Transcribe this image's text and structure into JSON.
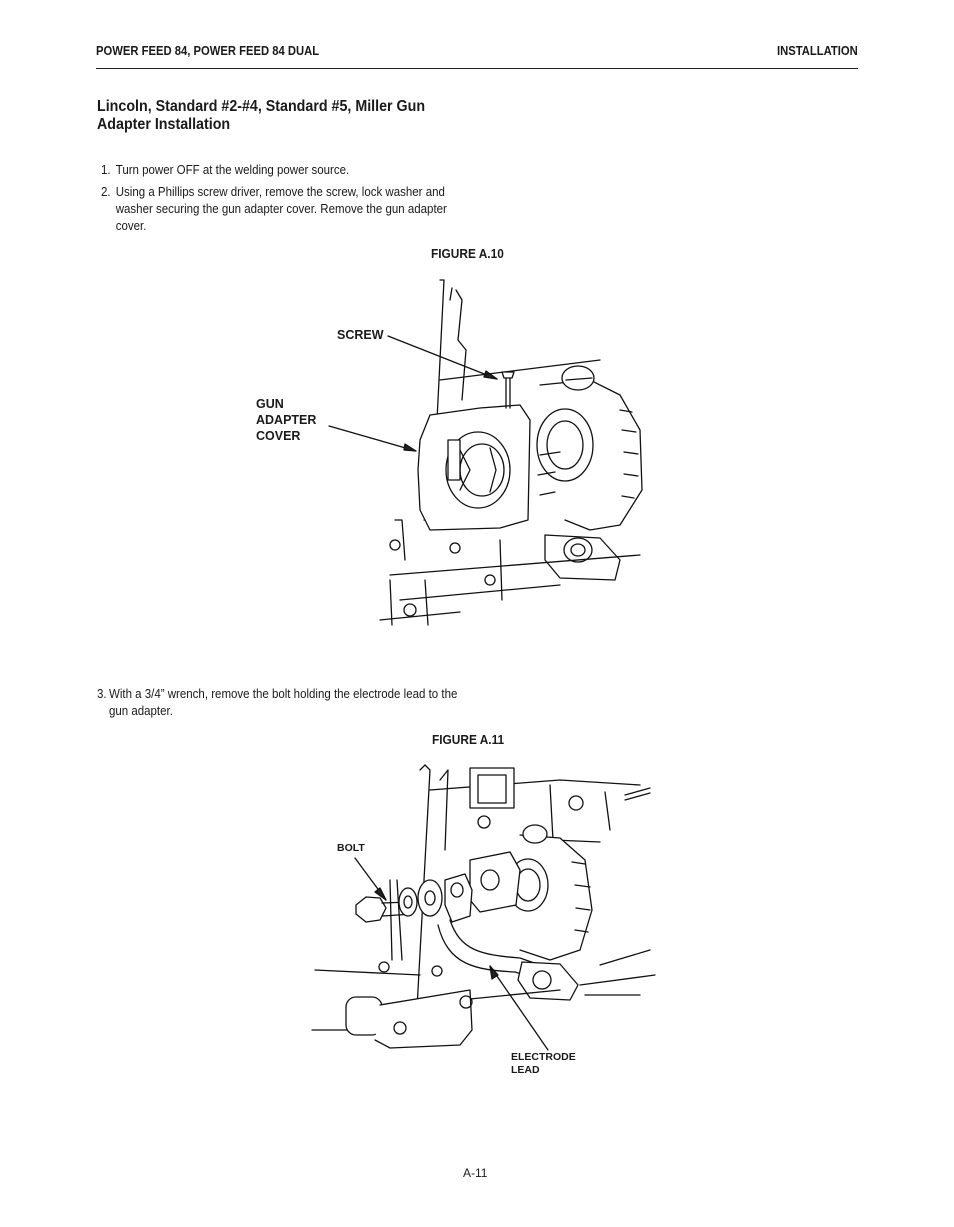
{
  "header": {
    "left": "POWER FEED 84, POWER FEED 84 DUAL",
    "right": "INSTALLATION"
  },
  "section": {
    "title": "Lincoln, Standard #2-#4, Standard #5, Miller Gun Adapter Installation"
  },
  "steps": [
    {
      "num": "1.",
      "text": "Turn power OFF at the welding power source."
    },
    {
      "num": "2.",
      "text": "Using a Phillips screw driver, remove the screw, lock washer and washer securing the gun adapter cover. Remove the gun adapter cover."
    },
    {
      "num": "3.",
      "text": "With a 3/4” wrench, remove the bolt holding the electrode lead to the gun adapter."
    }
  ],
  "figure_a10": {
    "label": "FIGURE A.10",
    "callouts": {
      "screw": "SCREW",
      "cover_line1": "GUN",
      "cover_line2": "ADAPTER",
      "cover_line3": "COVER"
    }
  },
  "figure_a11": {
    "label": "FIGURE A.11",
    "callouts": {
      "bolt": "BOLT",
      "lead_line1": "ELECTRODE",
      "lead_line2": "LEAD"
    }
  },
  "footer": {
    "page": "A-11"
  }
}
